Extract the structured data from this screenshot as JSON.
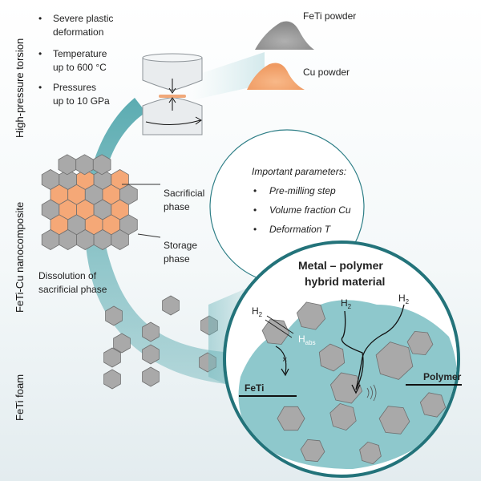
{
  "side_labels": {
    "hpt": "High-pressure torsion",
    "nano": "FeTi-Cu nanocomposite",
    "foam": "FeTi foam"
  },
  "hpt_bullets": [
    {
      "line1": "Severe plastic",
      "line2": "deformation"
    },
    {
      "line1": "Temperature",
      "line2": "up to 600 °C"
    },
    {
      "line1": "Pressures",
      "line2": "up to 10 GPa"
    }
  ],
  "powders": {
    "feti": "FeTi powder",
    "cu": "Cu powder"
  },
  "composite": {
    "sacrificial_1": "Sacrificial",
    "sacrificial_2": "phase",
    "storage_1": "Storage",
    "storage_2": "phase",
    "dissolution_1": "Dissolution of",
    "dissolution_2": "sacrificial phase"
  },
  "params": {
    "title": "Important parameters:",
    "items": [
      "Pre-milling step",
      "Volume fraction Cu",
      "Deformation T"
    ]
  },
  "hybrid": {
    "title_1": "Metal – polymer",
    "title_2": "hybrid material",
    "h2": "H",
    "h2_sub": "2",
    "habs": "H",
    "habs_sub": "abs",
    "feti_label": "FeTi",
    "polymer_label": "Polymer"
  },
  "colors": {
    "grain": "#a9a9a9",
    "cu": "#f5a877",
    "teal": "#3f9aa0",
    "polymer": "#8ec8cc",
    "ring": "#23737a"
  }
}
